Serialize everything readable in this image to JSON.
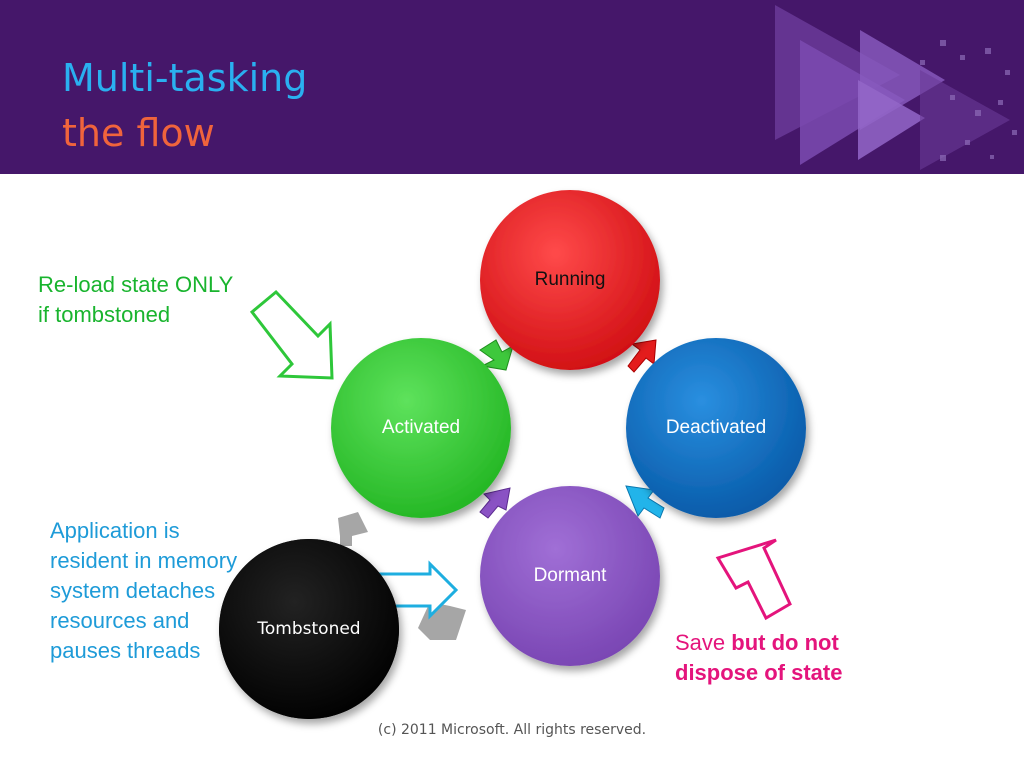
{
  "header": {
    "title_line1": "Multi-tasking",
    "title_line2": "the flow"
  },
  "diagram": {
    "nodes": {
      "running": "Running",
      "deactivated": "Deactivated",
      "dormant": "Dormant",
      "activated": "Activated",
      "tombstoned": "Tombstoned"
    },
    "notes": {
      "reload": [
        "Re-load state ONLY",
        "if tombstoned"
      ],
      "resident": [
        "Application is",
        "resident in memory",
        "system detaches",
        "resources and",
        "pauses threads"
      ],
      "save_prefix": "Save ",
      "save_bold_1": "but do not",
      "save_bold_2": "dispose of state"
    }
  },
  "footer": {
    "copyright": "(c) 2011 Microsoft. All rights reserved."
  },
  "colors": {
    "header_bg": "#45176a",
    "title_blue": "#2ab0f0",
    "title_orange": "#f0643c",
    "running": "#e8161c",
    "deactivated": "#0a6fc2",
    "dormant": "#8a52c4",
    "activated": "#34cc32",
    "tombstoned": "#000000",
    "note_green": "#19b42e",
    "note_blue": "#1e9bd8",
    "note_pink": "#e4147c"
  }
}
